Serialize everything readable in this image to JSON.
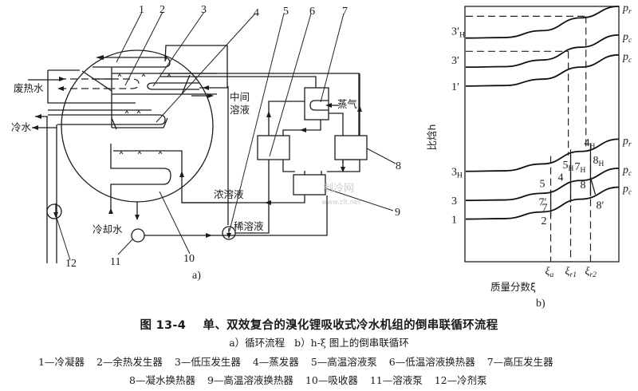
{
  "figure": {
    "number": "图 13-4",
    "title": "单、双效复合的溴化锂吸收式冷水机组的倒串联循环流程",
    "subcaption_a": "a）循环流程",
    "subcaption_b": "b）h-ξ 图上的倒串联循环",
    "panel_a_label": "a)",
    "panel_b_label": "b)"
  },
  "legend": {
    "row1": [
      {
        "num": "1",
        "name": "冷凝器"
      },
      {
        "num": "2",
        "name": "余热发生器"
      },
      {
        "num": "3",
        "name": "低压发生器"
      },
      {
        "num": "4",
        "name": "蒸发器"
      },
      {
        "num": "5",
        "name": "高温溶液泵"
      },
      {
        "num": "6",
        "name": "低温溶液换热器"
      },
      {
        "num": "7",
        "name": "高压发生器"
      }
    ],
    "row2": [
      {
        "num": "8",
        "name": "凝水换热器"
      },
      {
        "num": "9",
        "name": "高温溶液换热器"
      },
      {
        "num": "10",
        "name": "吸收器"
      },
      {
        "num": "11",
        "name": "溶液泵"
      },
      {
        "num": "12",
        "name": "冷剂泵"
      }
    ]
  },
  "diagram_a": {
    "component_numbers": [
      "1",
      "2",
      "3",
      "4",
      "5",
      "6",
      "7",
      "8",
      "9",
      "10",
      "11",
      "12"
    ],
    "stream_labels": {
      "waste_heat_water": "废热水",
      "chilled_water": "冷水",
      "intermediate_solution_line1": "中间",
      "intermediate_solution_line2": "溶液",
      "steam": "蒸气",
      "strong_solution": "浓溶液",
      "weak_solution": "稀溶液",
      "cooling_water": "冷却水"
    },
    "watermark": {
      "line1": "制冷网",
      "line2": "www.zlt.net"
    }
  },
  "chart_data": {
    "type": "line",
    "title": "h-ξ 图上的倒串联循环",
    "xlabel": "质量分数ξ",
    "ylabel": "比焓h",
    "x_ticks": [
      {
        "base": "ξ",
        "sub": "a"
      },
      {
        "base": "ξ",
        "sub": "r1"
      },
      {
        "base": "ξ",
        "sub": "r2"
      }
    ],
    "units": "dimensionless (qualitative schematic)",
    "x_range": [
      0,
      1
    ],
    "y_range": [
      0,
      1
    ],
    "upper_group": {
      "series": [
        {
          "name": "p_r",
          "label_base": "p",
          "label_sub": "r",
          "points": [
            [
              0,
              0.876
            ],
            [
              0.25,
              0.878
            ],
            [
              0.5,
              0.905
            ],
            [
              0.75,
              0.955
            ],
            [
              1,
              1.0
            ]
          ]
        },
        {
          "name": "p_c",
          "label_base": "p",
          "label_sub": "c",
          "points": [
            [
              0,
              0.762
            ],
            [
              0.25,
              0.764
            ],
            [
              0.5,
              0.79
            ],
            [
              0.75,
              0.84
            ],
            [
              1,
              0.888
            ]
          ]
        },
        {
          "name": "p_c",
          "label_base": "p",
          "label_sub": "c",
          "points": [
            [
              0,
              0.688
            ],
            [
              0.25,
              0.69
            ],
            [
              0.5,
              0.715
            ],
            [
              0.75,
              0.762
            ],
            [
              1,
              0.81
            ]
          ]
        }
      ],
      "y_labels": [
        {
          "text": "3′",
          "sub": "H",
          "y": 0.905
        },
        {
          "text": "3′",
          "sub": "",
          "y": 0.79
        },
        {
          "text": "1′",
          "sub": "",
          "y": 0.688
        }
      ]
    },
    "lower_group": {
      "series": [
        {
          "name": "p_r",
          "label_base": "p",
          "label_sub": "r",
          "points": [
            [
              0,
              0.354
            ],
            [
              0.25,
              0.356
            ],
            [
              0.5,
              0.383
            ],
            [
              0.75,
              0.432
            ],
            [
              1,
              0.48
            ]
          ]
        },
        {
          "name": "p_c",
          "label_base": "p",
          "label_sub": "c",
          "points": [
            [
              0,
              0.24
            ],
            [
              0.25,
              0.242
            ],
            [
              0.5,
              0.268
            ],
            [
              0.75,
              0.318
            ],
            [
              1,
              0.366
            ]
          ]
        },
        {
          "name": "p_c",
          "label_base": "p",
          "label_sub": "c",
          "points": [
            [
              0,
              0.167
            ],
            [
              0.25,
              0.169
            ],
            [
              0.5,
              0.195
            ],
            [
              0.75,
              0.245
            ],
            [
              1,
              0.292
            ]
          ]
        }
      ],
      "y_labels": [
        {
          "text": "3",
          "sub": "H",
          "y": 0.354
        },
        {
          "text": "3",
          "sub": "",
          "y": 0.24
        },
        {
          "text": "1",
          "sub": "",
          "y": 0.167
        }
      ]
    },
    "point_labels": [
      {
        "text": "5",
        "sub": "H"
      },
      {
        "text": "4",
        "sub": "H"
      },
      {
        "text": "7",
        "sub": "H"
      },
      {
        "text": "8",
        "sub": "H"
      },
      {
        "text": "5",
        "sub": ""
      },
      {
        "text": "4",
        "sub": ""
      },
      {
        "text": "8",
        "sub": ""
      },
      {
        "text": "7′",
        "sub": ""
      },
      {
        "text": "7",
        "sub": ""
      },
      {
        "text": "2",
        "sub": ""
      },
      {
        "text": "8′",
        "sub": ""
      }
    ],
    "grid": false,
    "legend": "curve labels at right end"
  }
}
